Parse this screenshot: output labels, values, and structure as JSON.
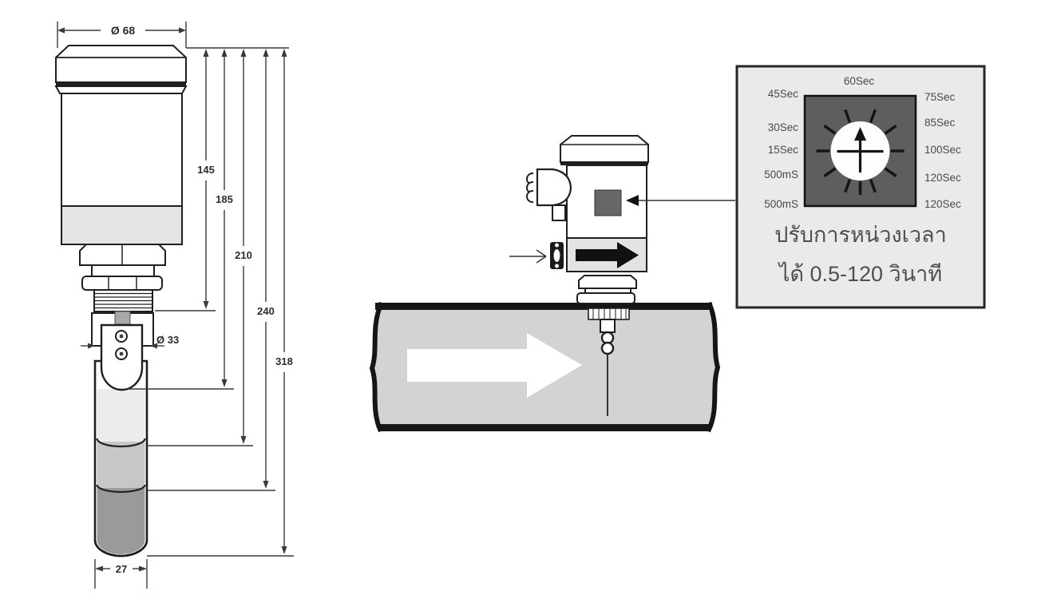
{
  "figure": {
    "type": "sensor-dimension-and-installation-diagram",
    "canvas_bg": "#ffffff"
  },
  "dimension_drawing": {
    "top_diameter": "Ø 68",
    "height_dims": [
      "145",
      "185",
      "210",
      "240",
      "318"
    ],
    "paddle_diameter": "Ø 33",
    "probe_width": "27"
  },
  "callout": {
    "top_label": "60Sec",
    "left_labels": [
      "45Sec",
      "30Sec",
      "15Sec",
      "500mS",
      "500mS"
    ],
    "right_labels": [
      "75Sec",
      "85Sec",
      "100Sec",
      "120Sec",
      "120Sec"
    ],
    "caption_line1": "ปรับการหน่วงเวลา",
    "caption_line2": "ได้ 0.5-120 วินาที"
  },
  "colors": {
    "outline": "#1f1f1f",
    "dimension_line": "#3a3a3a",
    "pipe_fill": "#d3d3d3",
    "pipe_border": "#161616",
    "callout_box_fill": "#eaeaea",
    "dial_square_fill": "#5e5e60",
    "device_window_fill": "#676767",
    "body_band_fill": "#e4e4e4",
    "probe_segment_light": "#ececec",
    "probe_segment_mid": "#c7c7c7",
    "probe_segment_dark": "#9a9a9a"
  }
}
